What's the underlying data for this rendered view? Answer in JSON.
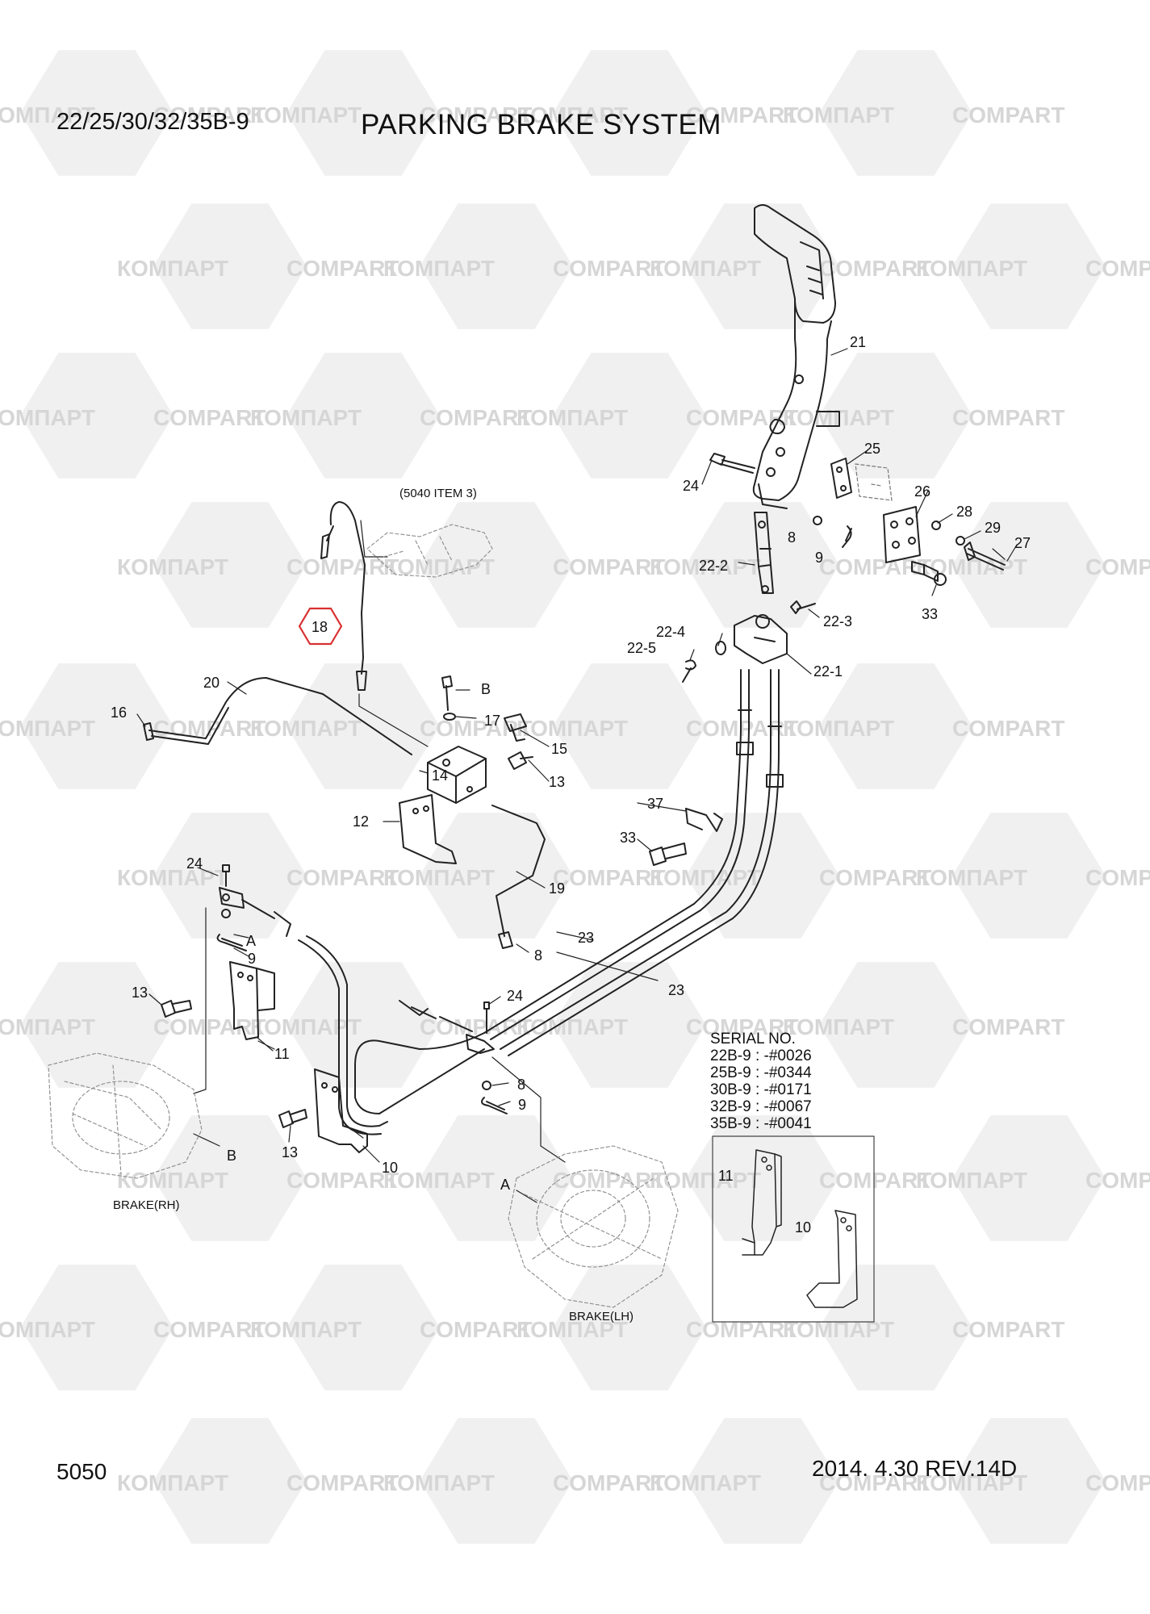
{
  "header": {
    "model": "22/25/30/32/35B-9",
    "title": "PARKING BRAKE SYSTEM"
  },
  "footer": {
    "page_number": "5050",
    "revision": "2014. 4.30  REV.14D"
  },
  "watermark": {
    "texts": [
      "КОМПАРТ",
      "COMPART"
    ]
  },
  "reference_note": "(5040 ITEM 3)",
  "highlighted_part": "18",
  "callouts": [
    "21",
    "25",
    "24",
    "26",
    "28",
    "8",
    "29",
    "27",
    "9",
    "22-2",
    "33",
    "22-3",
    "22-4",
    "22-5",
    "22-1",
    "20",
    "16",
    "B",
    "17",
    "15",
    "14",
    "13",
    "12",
    "37",
    "33",
    "24",
    "19",
    "8",
    "A",
    "9",
    "23",
    "23",
    "13",
    "24",
    "11",
    "8",
    "9",
    "13",
    "B",
    "10",
    "A"
  ],
  "views": {
    "brake_rh": "BRAKE(RH)",
    "brake_lh": "BRAKE(LH)"
  },
  "serial": {
    "heading": "SERIAL NO.",
    "entries": [
      "22B-9 : -#0026",
      "25B-9 : -#0344",
      "30B-9 : -#0171",
      "32B-9 : -#0067",
      "35B-9 : -#0041"
    ],
    "inset_callouts": [
      "11",
      "10"
    ]
  },
  "colors": {
    "line": "#222222",
    "highlight": "#d93030",
    "watermark": "#e4e4e4"
  }
}
